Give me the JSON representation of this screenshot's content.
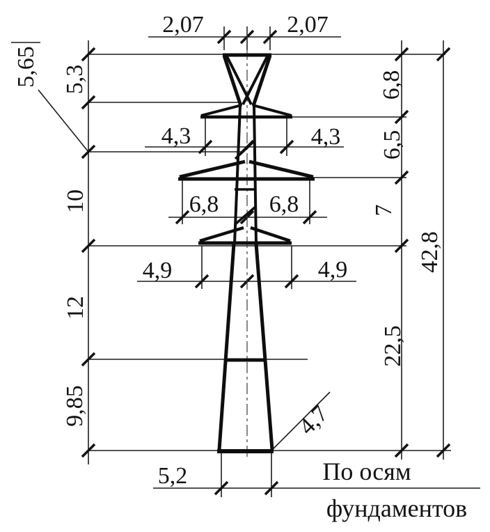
{
  "drawing": {
    "dims": {
      "top_left": "2,07",
      "top_right": "2,07",
      "left_seg1": "5,65",
      "left_seg2": "5,3",
      "left_seg3": "10",
      "left_seg4": "12",
      "left_seg5": "9,85",
      "right_seg1": "6,8",
      "right_seg2": "6,5",
      "right_seg3": "7",
      "right_seg4": "22,5",
      "right_total": "42,8",
      "arm_upper_left": "4,3",
      "arm_upper_right": "4,3",
      "arm_middle_left": "6,8",
      "arm_middle_right": "6,8",
      "arm_lower_left": "4,9",
      "arm_lower_right": "4,9",
      "base_width": "5,2",
      "base_diagonal": "4,7"
    },
    "note": {
      "line1": "По осям",
      "line2": "фундаментов"
    }
  }
}
